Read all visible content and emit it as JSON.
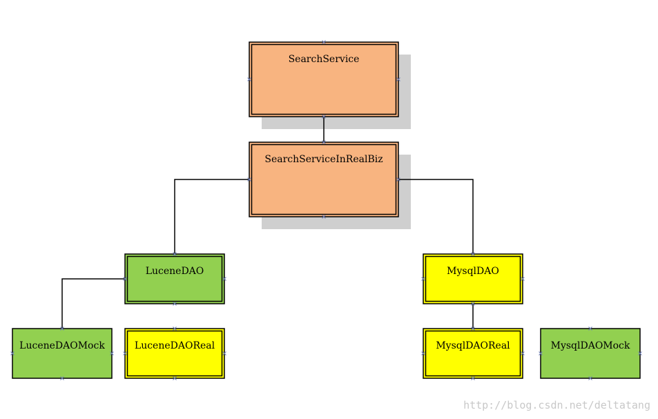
{
  "diagram": {
    "nodes": [
      {
        "id": "search-service",
        "label": "SearchService",
        "fill": "#f8b480",
        "border": "double",
        "shadow": true
      },
      {
        "id": "search-service-in-real-biz",
        "label": "SearchServiceInRealBiz",
        "fill": "#f8b480",
        "border": "double",
        "shadow": true
      },
      {
        "id": "lucene-dao",
        "label": "LuceneDAO",
        "fill": "#92d050",
        "border": "double",
        "shadow": false
      },
      {
        "id": "mysql-dao",
        "label": "MysqlDAO",
        "fill": "#ffff00",
        "border": "double",
        "shadow": false
      },
      {
        "id": "lucene-dao-mock",
        "label": "LuceneDAOMock",
        "fill": "#92d050",
        "border": "single",
        "shadow": false
      },
      {
        "id": "lucene-dao-real",
        "label": "LuceneDAOReal",
        "fill": "#ffff00",
        "border": "double",
        "shadow": false
      },
      {
        "id": "mysql-dao-real",
        "label": "MysqlDAOReal",
        "fill": "#ffff00",
        "border": "double",
        "shadow": false
      },
      {
        "id": "mysql-dao-mock",
        "label": "MysqlDAOMock",
        "fill": "#92d050",
        "border": "single",
        "shadow": false
      }
    ],
    "edges": [
      {
        "from": "search-service",
        "to": "search-service-in-real-biz"
      },
      {
        "from": "search-service-in-real-biz",
        "to": "lucene-dao"
      },
      {
        "from": "search-service-in-real-biz",
        "to": "mysql-dao"
      },
      {
        "from": "lucene-dao",
        "to": "lucene-dao-mock"
      },
      {
        "from": "mysql-dao",
        "to": "mysql-dao-real"
      }
    ],
    "colors": {
      "shadow": "#cfcfcf",
      "line": "#000000",
      "handle": "#6f7fb8"
    }
  },
  "watermark": "http://blog.csdn.net/deltatang"
}
